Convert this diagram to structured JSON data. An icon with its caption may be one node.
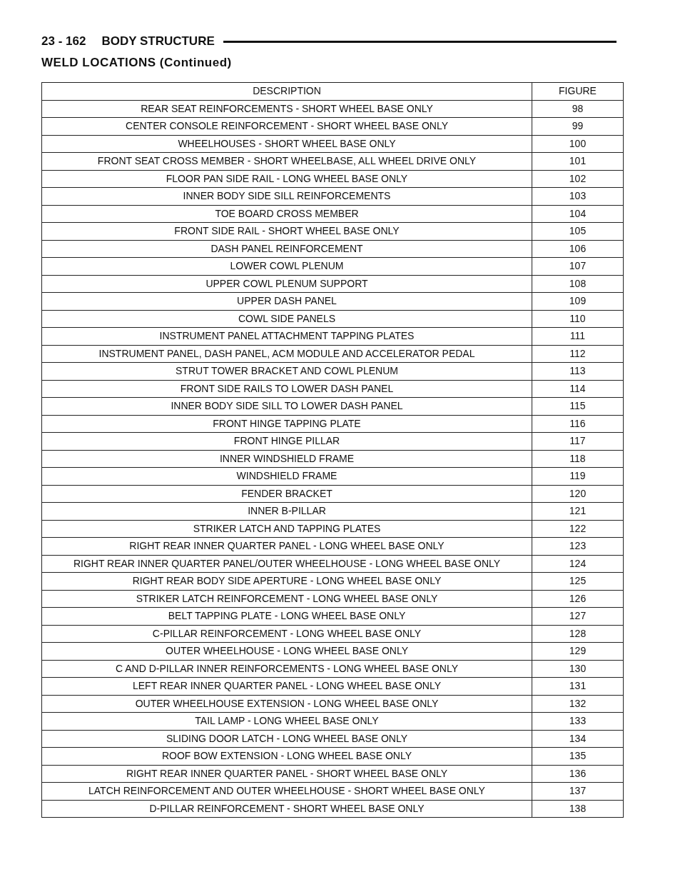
{
  "diagram": {
    "title": "WELD LOCATIONS (Continued)",
    "labels": [
      "23 - 162",
      "BODY STRUCTURE",
      "DESCRIPTION",
      "FIGURE",
      "REAR SEAT REINFORCEMENTS - SHORT WHEEL BASE ONLY",
      "98",
      "CENTER CONSOLE REINFORCEMENT - SHORT WHEEL BASE ONLY",
      "99",
      "WHEELHOUSES - SHORT WHEEL BASE ONLY",
      "100",
      "FRONT SEAT CROSS MEMBER - SHORT WHEELBASE, ALL WHEEL DRIVE ONLY",
      "101",
      "FLOOR PAN SIDE RAIL - LONG WHEEL BASE ONLY",
      "102",
      "INNER BODY SIDE SILL REINFORCEMENTS",
      "103",
      "TOE BOARD CROSS MEMBER",
      "104",
      "FRONT SIDE RAIL - SHORT WHEEL BASE ONLY",
      "105",
      "DASH PANEL REINFORCEMENT",
      "106",
      "LOWER COWL PLENUM",
      "107",
      "UPPER COWL PLENUM SUPPORT",
      "108",
      "UPPER DASH PANEL",
      "109",
      "COWL SIDE PANELS",
      "110",
      "INSTRUMENT PANEL ATTACHMENT TAPPING PLATES",
      "111",
      "INSTRUMENT PANEL, DASH PANEL, ACM MODULE AND ACCELERATOR PEDAL",
      "112",
      "STRUT TOWER BRACKET AND COWL PLENUM",
      "113",
      "FRONT SIDE RAILS TO LOWER DASH PANEL",
      "114",
      "INNER BODY SIDE SILL TO LOWER DASH PANEL",
      "115",
      "FRONT HINGE TAPPING PLATE",
      "116",
      "FRONT HINGE PILLAR",
      "117",
      "INNER WINDSHIELD FRAME",
      "118",
      "WINDSHIELD FRAME",
      "119",
      "FENDER BRACKET",
      "120",
      "INNER B-PILLAR",
      "121",
      "STRIKER LATCH AND TAPPING PLATES",
      "122",
      "RIGHT REAR INNER QUARTER PANEL - LONG WHEEL BASE ONLY",
      "123",
      "RIGHT REAR INNER QUARTER PANEL/OUTER WHEELHOUSE - LONG WHEEL BASE ONLY",
      "124",
      "RIGHT REAR BODY SIDE APERTURE - LONG WHEEL BASE ONLY",
      "125",
      "STRIKER LATCH REINFORCEMENT - LONG WHEEL BASE ONLY",
      "126",
      "BELT TAPPING PLATE - LONG WHEEL BASE ONLY",
      "127",
      "C-PILLAR REINFORCEMENT - LONG WHEEL BASE ONLY",
      "128",
      "OUTER WHEELHOUSE - LONG WHEEL BASE ONLY",
      "129",
      "C AND D-PILLAR INNER REINFORCEMENTS - LONG WHEEL BASE ONLY",
      "130",
      "LEFT REAR INNER QUARTER PANEL - LONG WHEEL BASE ONLY",
      "131",
      "OUTER WHEELHOUSE EXTENSION - LONG WHEEL BASE ONLY",
      "132",
      "TAIL LAMP - LONG WHEEL BASE ONLY",
      "133",
      "SLIDING DOOR LATCH - LONG WHEEL BASE ONLY",
      "134",
      "ROOF BOW EXTENSION - LONG WHEEL BASE ONLY",
      "135",
      "RIGHT REAR INNER QUARTER PANEL - SHORT WHEEL BASE ONLY",
      "136",
      "LATCH REINFORCEMENT AND OUTER WHEELHOUSE - SHORT WHEEL BASE ONLY",
      "137",
      "D-PILLAR REINFORCEMENT - SHORT WHEEL BASE ONLY",
      "138"
    ]
  }
}
